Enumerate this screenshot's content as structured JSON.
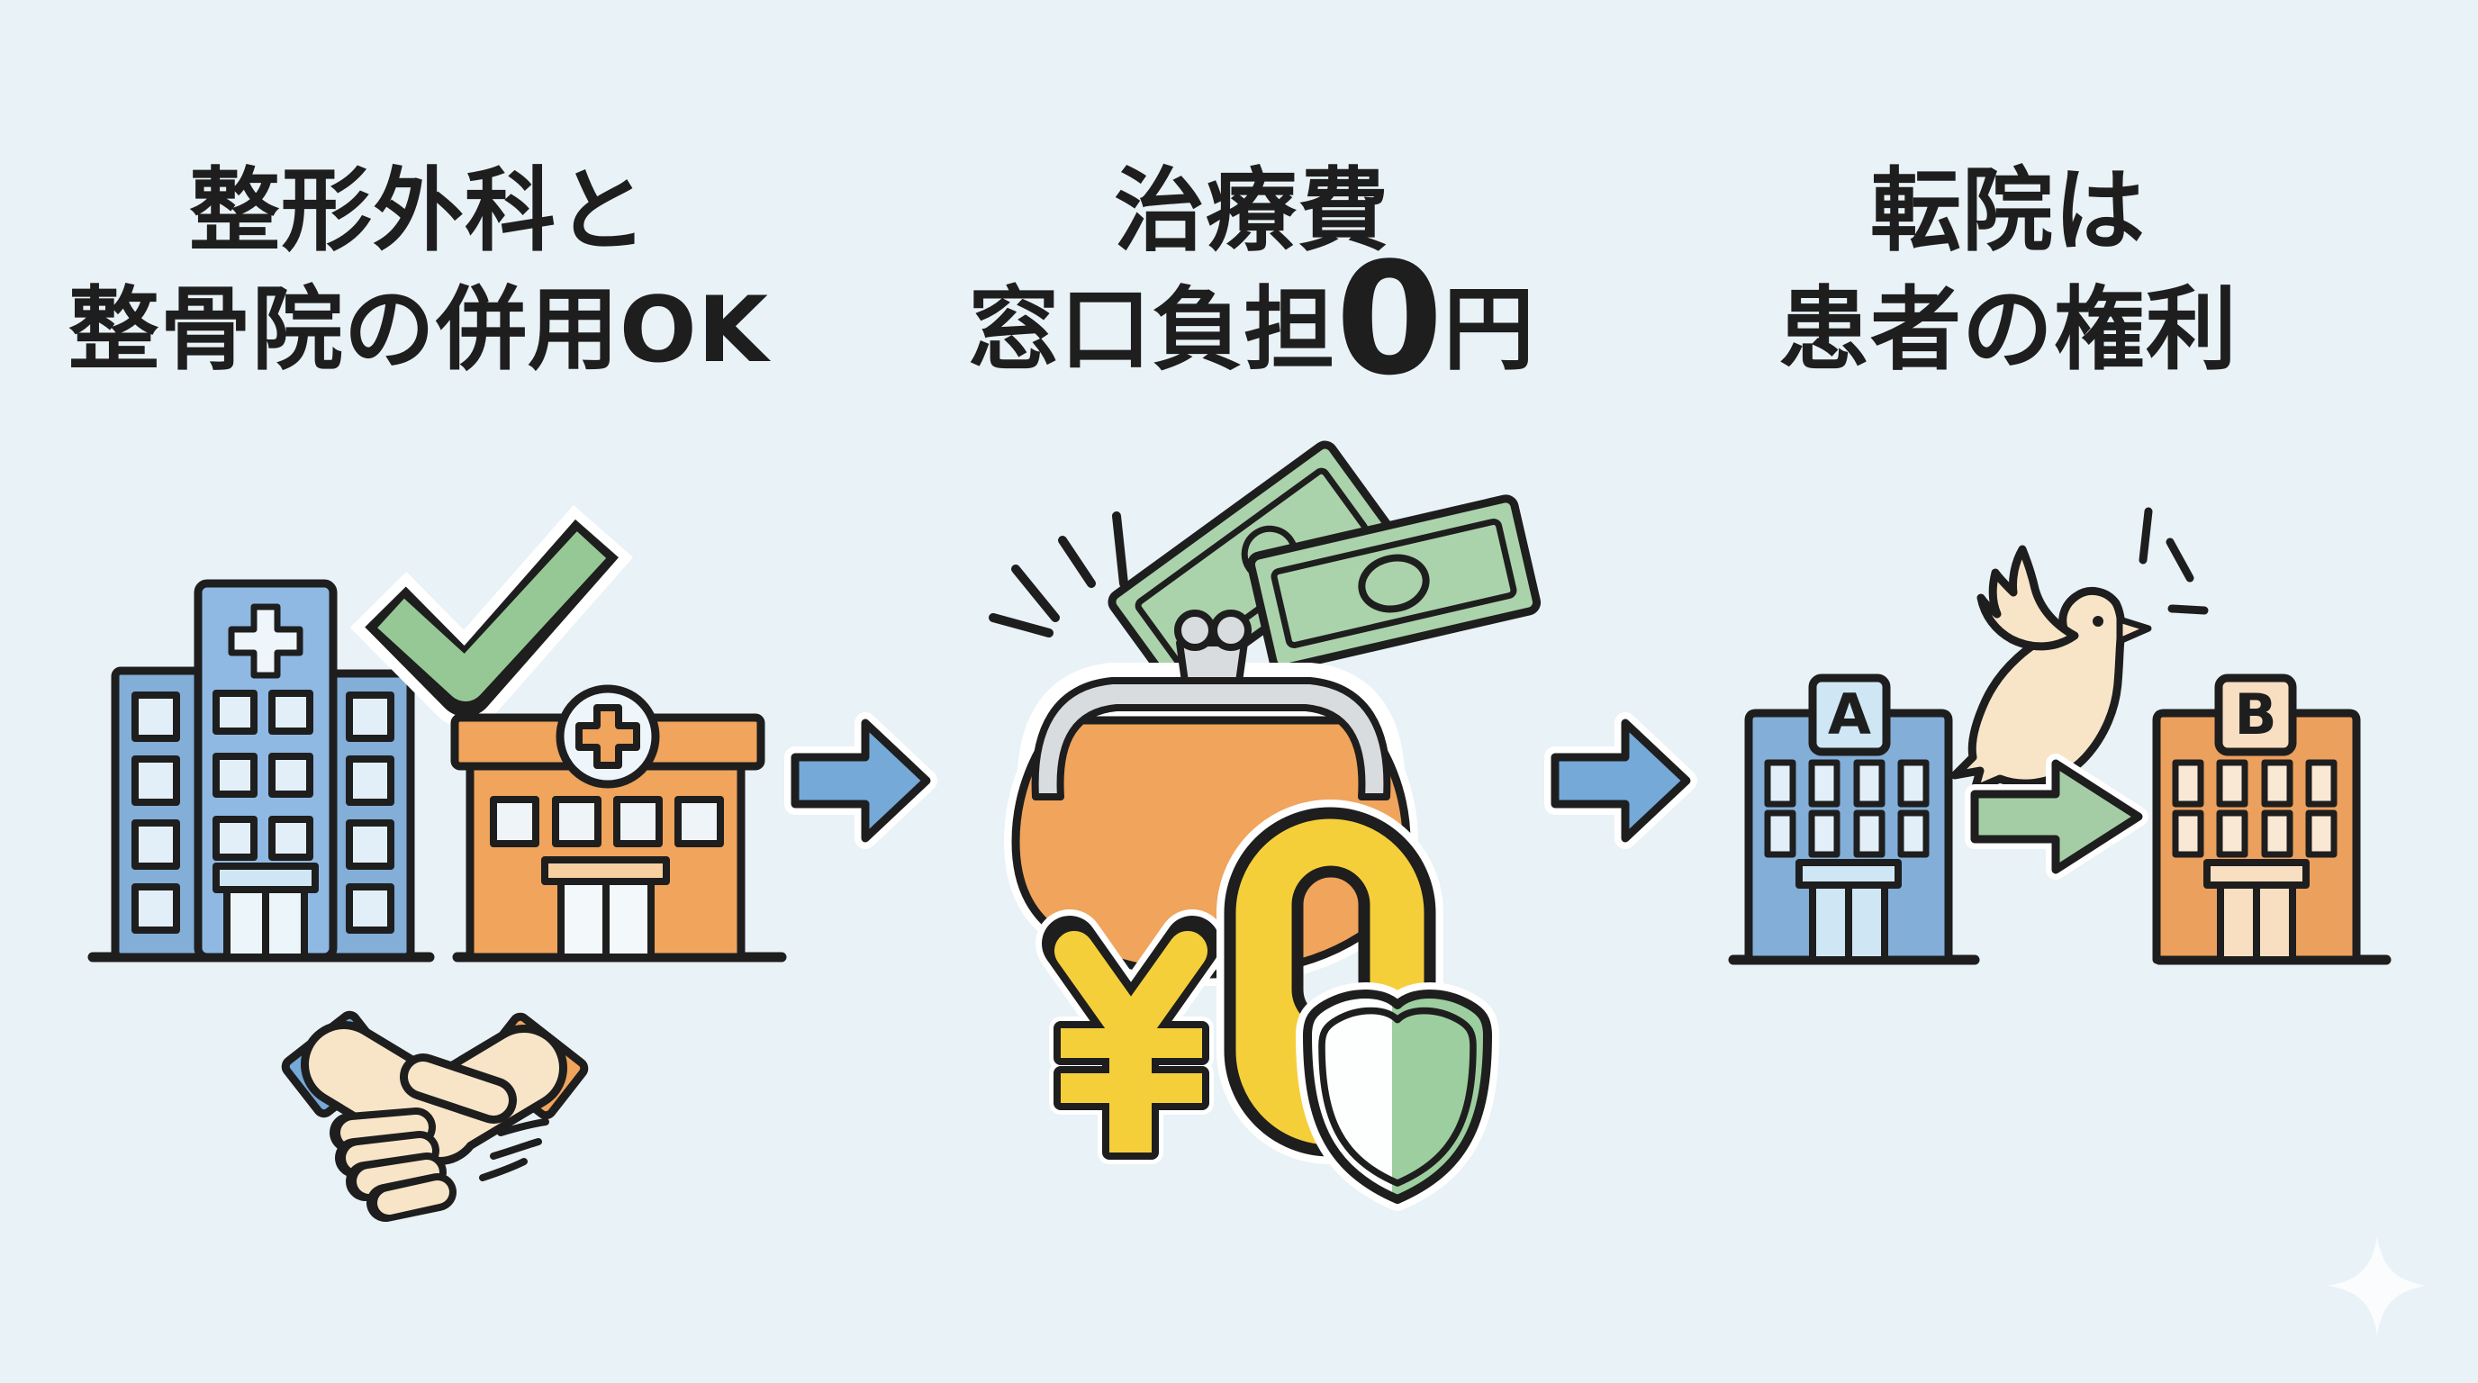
{
  "page": {
    "kind": "medical-infographic",
    "language": "ja"
  },
  "sections": [
    {
      "id": "combined-use",
      "title_line1": "整形外科と",
      "title_line2": "整骨院の併用OK",
      "icons": [
        "hospital-icon",
        "checkmark-icon",
        "clinic-icon",
        "handshake-icon"
      ]
    },
    {
      "id": "zero-cost",
      "title_line1": "治療費",
      "title_line2_prefix": "窓口負担",
      "title_line2_zero": "0",
      "title_line2_suffix": "円",
      "icons": [
        "sparkle-lines-icon",
        "banknotes-icon",
        "coin-purse-icon",
        "yen-zero-icon",
        "shield-icon"
      ]
    },
    {
      "id": "transfer-right",
      "title_line1": "転院は",
      "title_line2": "患者の権利",
      "icons": [
        "dove-icon",
        "hospital-a-icon",
        "transfer-arrow-icon",
        "hospital-b-icon"
      ]
    }
  ],
  "labels": {
    "building_a": "A",
    "building_b": "B",
    "yen_zero": "¥0"
  },
  "colors": {
    "bg": "#e9f2f6",
    "ink": "#1e1e1e",
    "blue": "#82aed8",
    "blue_light": "#8fb9e2",
    "win_blue": "#e3eff8",
    "panel_blue": "#cfe6f5",
    "orange": "#f0a45c",
    "orange_light": "#f8cfa0",
    "orange_b": "#eba05e",
    "sign_orange": "#f8dfc2",
    "win_orange": "#f9e8d4",
    "bill_green": "#abd3ab",
    "check_green": "#96c896",
    "arrow_green": "#a5cda5",
    "arrow_blue": "#74a9d8",
    "yellow": "#f5cf3a",
    "silver": "#d8dcdf",
    "cream": "#f8e5c8",
    "shield_green": "#9dce9f",
    "white": "#ffffff"
  }
}
